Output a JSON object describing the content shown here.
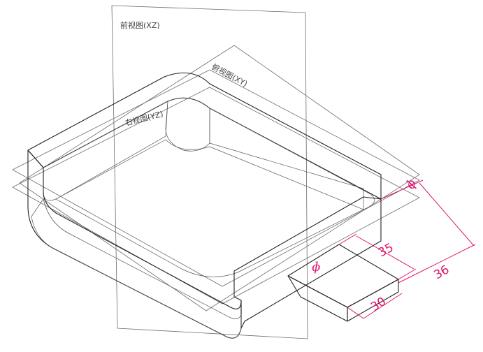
{
  "planes": {
    "front": "前视图(XZ)",
    "top": "俯视图(XY)",
    "right": "右视图(YZ)"
  },
  "dimensions": {
    "length": "35",
    "width": "30",
    "offset": "36",
    "profile_symbol": "ɸ",
    "edge_symbol": "ɸ"
  },
  "colors": {
    "dimension": "#e0156f",
    "part_face": "#e4e7ec",
    "part_shadow": "#b9bec6"
  }
}
